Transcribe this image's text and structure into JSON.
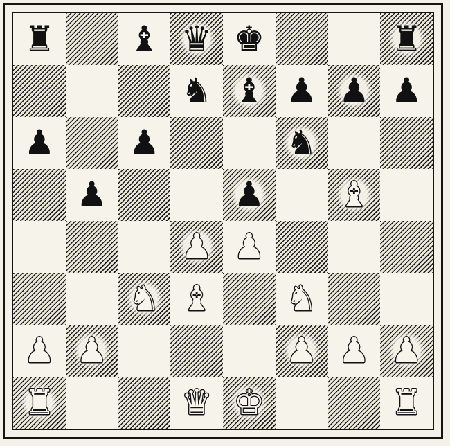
{
  "board": {
    "rows": [
      [
        {
          "piece": "rook",
          "color": "black",
          "glyph": "♜"
        },
        {
          "piece": "",
          "color": "",
          "glyph": ""
        },
        {
          "piece": "bishop",
          "color": "black",
          "glyph": "♝"
        },
        {
          "piece": "queen",
          "color": "black",
          "glyph": "♛"
        },
        {
          "piece": "king",
          "color": "black",
          "glyph": "♚"
        },
        {
          "piece": "",
          "color": "",
          "glyph": ""
        },
        {
          "piece": "",
          "color": "",
          "glyph": ""
        },
        {
          "piece": "rook",
          "color": "black",
          "glyph": "♜"
        }
      ],
      [
        {
          "piece": "",
          "color": "",
          "glyph": ""
        },
        {
          "piece": "",
          "color": "",
          "glyph": ""
        },
        {
          "piece": "",
          "color": "",
          "glyph": ""
        },
        {
          "piece": "knight",
          "color": "black",
          "glyph": "♞"
        },
        {
          "piece": "bishop",
          "color": "black",
          "glyph": "♝"
        },
        {
          "piece": "pawn",
          "color": "black",
          "glyph": "♟"
        },
        {
          "piece": "pawn",
          "color": "black",
          "glyph": "♟"
        },
        {
          "piece": "pawn",
          "color": "black",
          "glyph": "♟"
        }
      ],
      [
        {
          "piece": "pawn",
          "color": "black",
          "glyph": "♟"
        },
        {
          "piece": "",
          "color": "",
          "glyph": ""
        },
        {
          "piece": "pawn",
          "color": "black",
          "glyph": "♟"
        },
        {
          "piece": "",
          "color": "",
          "glyph": ""
        },
        {
          "piece": "",
          "color": "",
          "glyph": ""
        },
        {
          "piece": "knight",
          "color": "black",
          "glyph": "♞"
        },
        {
          "piece": "",
          "color": "",
          "glyph": ""
        },
        {
          "piece": "",
          "color": "",
          "glyph": ""
        }
      ],
      [
        {
          "piece": "",
          "color": "",
          "glyph": ""
        },
        {
          "piece": "pawn",
          "color": "black",
          "glyph": "♟"
        },
        {
          "piece": "",
          "color": "",
          "glyph": ""
        },
        {
          "piece": "",
          "color": "",
          "glyph": ""
        },
        {
          "piece": "pawn",
          "color": "black",
          "glyph": "♟"
        },
        {
          "piece": "",
          "color": "",
          "glyph": ""
        },
        {
          "piece": "bishop",
          "color": "white",
          "glyph": "♝"
        },
        {
          "piece": "",
          "color": "",
          "glyph": ""
        }
      ],
      [
        {
          "piece": "",
          "color": "",
          "glyph": ""
        },
        {
          "piece": "",
          "color": "",
          "glyph": ""
        },
        {
          "piece": "",
          "color": "",
          "glyph": ""
        },
        {
          "piece": "pawn",
          "color": "white",
          "glyph": "♟"
        },
        {
          "piece": "pawn",
          "color": "white",
          "glyph": "♟"
        },
        {
          "piece": "",
          "color": "",
          "glyph": ""
        },
        {
          "piece": "",
          "color": "",
          "glyph": ""
        },
        {
          "piece": "",
          "color": "",
          "glyph": ""
        }
      ],
      [
        {
          "piece": "",
          "color": "",
          "glyph": ""
        },
        {
          "piece": "",
          "color": "",
          "glyph": ""
        },
        {
          "piece": "knight",
          "color": "white",
          "glyph": "♞"
        },
        {
          "piece": "bishop",
          "color": "white",
          "glyph": "♝"
        },
        {
          "piece": "",
          "color": "",
          "glyph": ""
        },
        {
          "piece": "knight",
          "color": "white",
          "glyph": "♞"
        },
        {
          "piece": "",
          "color": "",
          "glyph": ""
        },
        {
          "piece": "",
          "color": "",
          "glyph": ""
        }
      ],
      [
        {
          "piece": "pawn",
          "color": "white",
          "glyph": "♟"
        },
        {
          "piece": "pawn",
          "color": "white",
          "glyph": "♟"
        },
        {
          "piece": "",
          "color": "",
          "glyph": ""
        },
        {
          "piece": "",
          "color": "",
          "glyph": ""
        },
        {
          "piece": "",
          "color": "",
          "glyph": ""
        },
        {
          "piece": "pawn",
          "color": "white",
          "glyph": "♟"
        },
        {
          "piece": "pawn",
          "color": "white",
          "glyph": "♟"
        },
        {
          "piece": "pawn",
          "color": "white",
          "glyph": "♟"
        }
      ],
      [
        {
          "piece": "rook",
          "color": "white",
          "glyph": "♜"
        },
        {
          "piece": "",
          "color": "",
          "glyph": ""
        },
        {
          "piece": "",
          "color": "",
          "glyph": ""
        },
        {
          "piece": "queen",
          "color": "white",
          "glyph": "♛"
        },
        {
          "piece": "king",
          "color": "white",
          "glyph": "♚"
        },
        {
          "piece": "",
          "color": "",
          "glyph": ""
        },
        {
          "piece": "",
          "color": "",
          "glyph": ""
        },
        {
          "piece": "rook",
          "color": "white",
          "glyph": "♜"
        }
      ]
    ],
    "colors": {
      "light_square": "#f6f3ea",
      "dark_hatch": "#1b1b1b",
      "border": "#151515"
    }
  }
}
